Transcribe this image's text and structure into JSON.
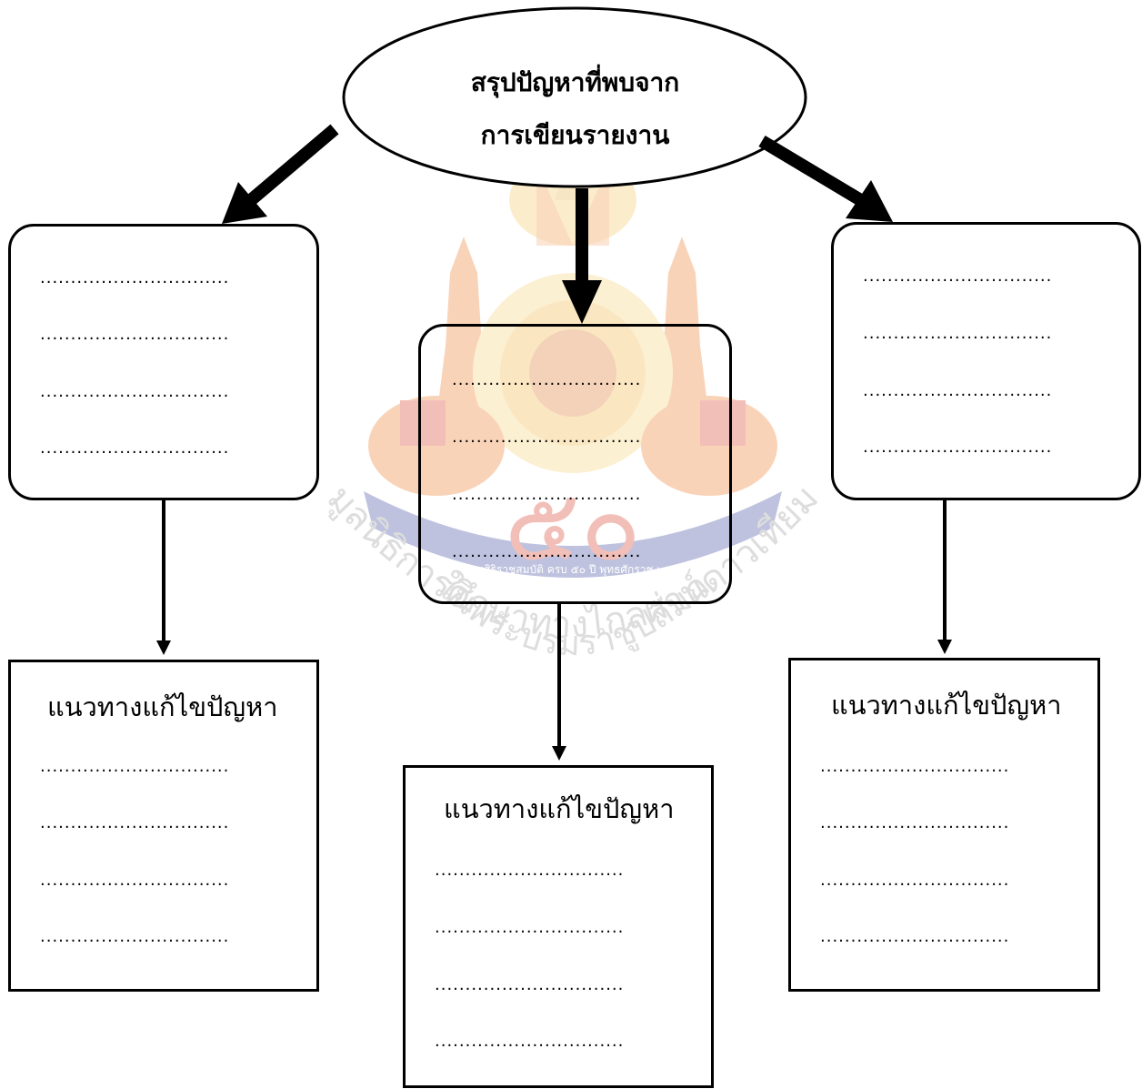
{
  "header": {
    "line1": "สรุปปัญหาที่พบจาก",
    "line2": "การเขียนรายงาน"
  },
  "watermark": {
    "text_line1": "มูลนิธิการศึกษาทางไกลผ่านดาวเทียม",
    "text_line2": "ในพระบรมราชูปถัมภ์",
    "emblem_digits": "๕๐",
    "ribbon_text": "ฉลองสิริราชสมบัติ ครบ ๕๐ ปี พุทธศักราช ๒๕๓๙",
    "colors": {
      "gold": "#e9b44c",
      "orange": "#ee7d2a",
      "red": "#d9402b",
      "blue": "#3d4a9c"
    }
  },
  "problem_boxes": {
    "left": {
      "lines": [
        "...............................",
        "...............................",
        "...............................",
        "..............................."
      ]
    },
    "center": {
      "lines": [
        "...............................",
        "...............................",
        "...............................",
        "..............................."
      ]
    },
    "right": {
      "lines": [
        "...............................",
        "...............................",
        "...............................",
        "..............................."
      ]
    }
  },
  "solution_boxes": {
    "left": {
      "title": "แนวทางแก้ไขปัญหา",
      "lines": [
        "...............................",
        "...............................",
        "...............................",
        "..............................."
      ]
    },
    "center": {
      "title": "แนวทางแก้ไขปัญหา",
      "lines": [
        "...............................",
        "...............................",
        "...............................",
        "..............................."
      ]
    },
    "right": {
      "title": "แนวทางแก้ไขปัญหา",
      "lines": [
        "...............................",
        "...............................",
        "...............................",
        "..............................."
      ]
    }
  }
}
